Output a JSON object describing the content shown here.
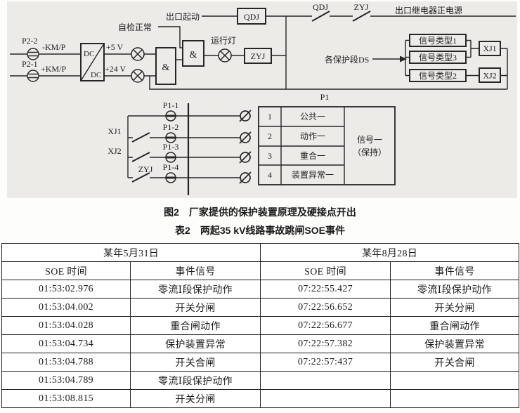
{
  "diagram": {
    "p2_2": "P2-2",
    "p2_1": "P2-1",
    "neg_km": "-KM/P",
    "pos_km": "+KM/P",
    "dc": "DC",
    "v5": "+5 V",
    "v24": "+24 V",
    "amp": "&",
    "self_check": "自检正常",
    "run_lamp": "运行灯",
    "outlet_start": "出口起动",
    "qdj": "QDJ",
    "zyj": "ZYJ",
    "out_relay_power": "出口继电器正电源",
    "protection_ds": "各保护段DS",
    "sig1": "信号类型1",
    "sig3": "信号类型3",
    "sig2": "信号类型2",
    "xj1": "XJ1",
    "xj2": "XJ2",
    "p1": "P1",
    "pins": [
      "P1-1",
      "P1-2",
      "P1-3",
      "P1-4"
    ],
    "p1_table": {
      "rows": [
        [
          "1",
          "公共一"
        ],
        [
          "2",
          "动作一"
        ],
        [
          "3",
          "重合一"
        ],
        [
          "4",
          "装置异常一"
        ]
      ],
      "signal_hold_1": "信号一",
      "signal_hold_2": "（保持）"
    }
  },
  "captions": {
    "figure": "图2　厂家提供的保护装置原理及硬接点开出",
    "table": "表2　两起35 kV线路事故跳闸SOE事件"
  },
  "soe_table": {
    "date_left": "某年5月31日",
    "date_right": "某年8月28日",
    "col_headers": [
      "SOE 时间",
      "事件信号",
      "SOE 时间",
      "事件信号"
    ],
    "rows": [
      [
        "01:53:02.976",
        "零流Ⅰ段保护动作",
        "07:22:55.427",
        "零流Ⅰ段保护动作"
      ],
      [
        "01:53:04.002",
        "开关分闸",
        "07:22:56.652",
        "开关分闸"
      ],
      [
        "01:53:04.028",
        "重合闸动作",
        "07:22:56.677",
        "重合闸动作"
      ],
      [
        "01:53:04.734",
        "保护装置异常",
        "07:22:57.382",
        "保护装置异常"
      ],
      [
        "01:53:04.788",
        "开关合闸",
        "07:22:57:437",
        "开关合闸"
      ],
      [
        "01:53:04.789",
        "零流Ⅰ段保护动作",
        "",
        ""
      ],
      [
        "01:53:08.815",
        "开关分闸",
        "",
        ""
      ]
    ]
  }
}
